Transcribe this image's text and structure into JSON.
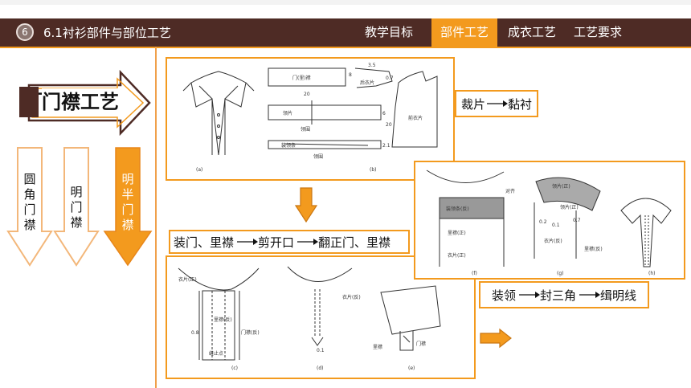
{
  "header": {
    "page_number": "6",
    "section_title": "6.1衬衫部件与部位工艺",
    "nav": [
      {
        "label": "教学目标",
        "active": false
      },
      {
        "label": "部件工艺",
        "active": true
      },
      {
        "label": "成衣工艺",
        "active": false
      },
      {
        "label": "工艺要求",
        "active": false
      }
    ]
  },
  "sidebar": {
    "title": "门襟工艺",
    "options": [
      {
        "label": "圆角门襟",
        "active": false
      },
      {
        "label": "明门襟",
        "active": false
      },
      {
        "label": "明半门襟",
        "active": true
      }
    ]
  },
  "steps": {
    "step1": "裁片",
    "step1b": "黏衬",
    "step2": "装门、里襟",
    "step2b": "剪开口",
    "step2c": "翻正门、里襟",
    "step3": "装领",
    "step3b": "封三角",
    "step3c": "缉明线"
  },
  "figure_top": {
    "labels": [
      "门(里)襟",
      "后衣片",
      "领片",
      "领围",
      "装领条",
      "领围",
      "前衣片",
      "(a)",
      "(b)",
      "20",
      "8",
      "0.7",
      "6",
      "2.1",
      "20",
      "3.5"
    ]
  },
  "figure_bottom": {
    "labels": [
      "衣片(正)",
      "里襟(反)",
      "门襟(反)",
      "缝止点",
      "衣片(反)",
      "里襟",
      "门襟",
      "0.8",
      "0.1",
      "(c)",
      "(d)",
      "(e)"
    ]
  },
  "figure_right": {
    "labels": [
      "对齐",
      "装领条(反)",
      "领片(正)",
      "里襟(正)",
      "衣片(正)",
      "衣片(反)",
      "领片(正)",
      "里襟(反)",
      "0.2",
      "0.1",
      "0.7",
      "(f)",
      "(g)",
      "(h)"
    ]
  },
  "colors": {
    "header_bg": "#4e2b25",
    "accent": "#f39a1e"
  }
}
